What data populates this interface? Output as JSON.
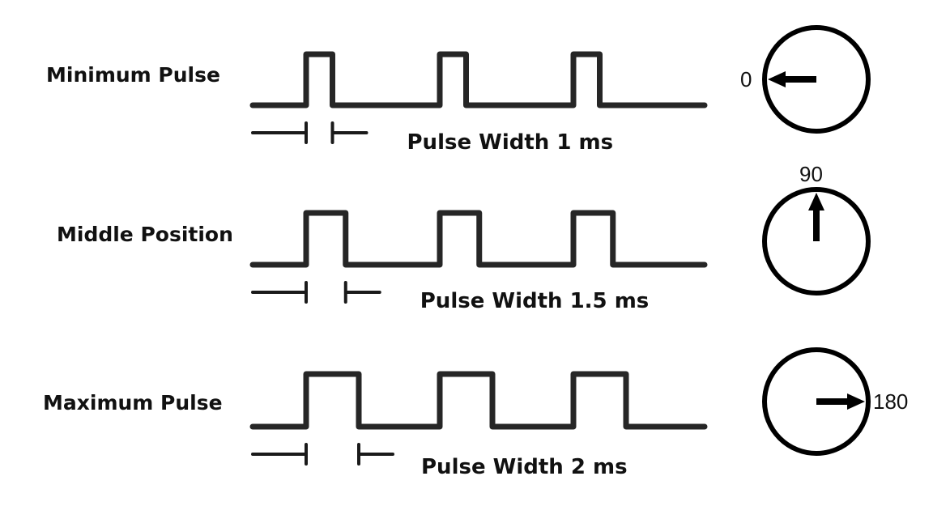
{
  "title": "Servo PWM pulse width vs. position",
  "rows": [
    {
      "label": "Minimum Pulse",
      "pulse_width_text": "Pulse Width 1 ms",
      "pulse_ms": 1,
      "angle_label": "0",
      "angle_deg": 0,
      "pulses": 3
    },
    {
      "label": "Middle Position",
      "pulse_width_text": "Pulse Width 1.5 ms",
      "pulse_ms": 1.5,
      "angle_label": "90",
      "angle_deg": 90,
      "pulses": 3
    },
    {
      "label": "Maximum Pulse",
      "pulse_width_text": "Pulse Width 2 ms",
      "pulse_ms": 2,
      "angle_label": "180",
      "angle_deg": 180,
      "pulses": 3
    }
  ],
  "colors": {
    "line": "#262626",
    "text": "#111111",
    "background": "#ffffff"
  }
}
